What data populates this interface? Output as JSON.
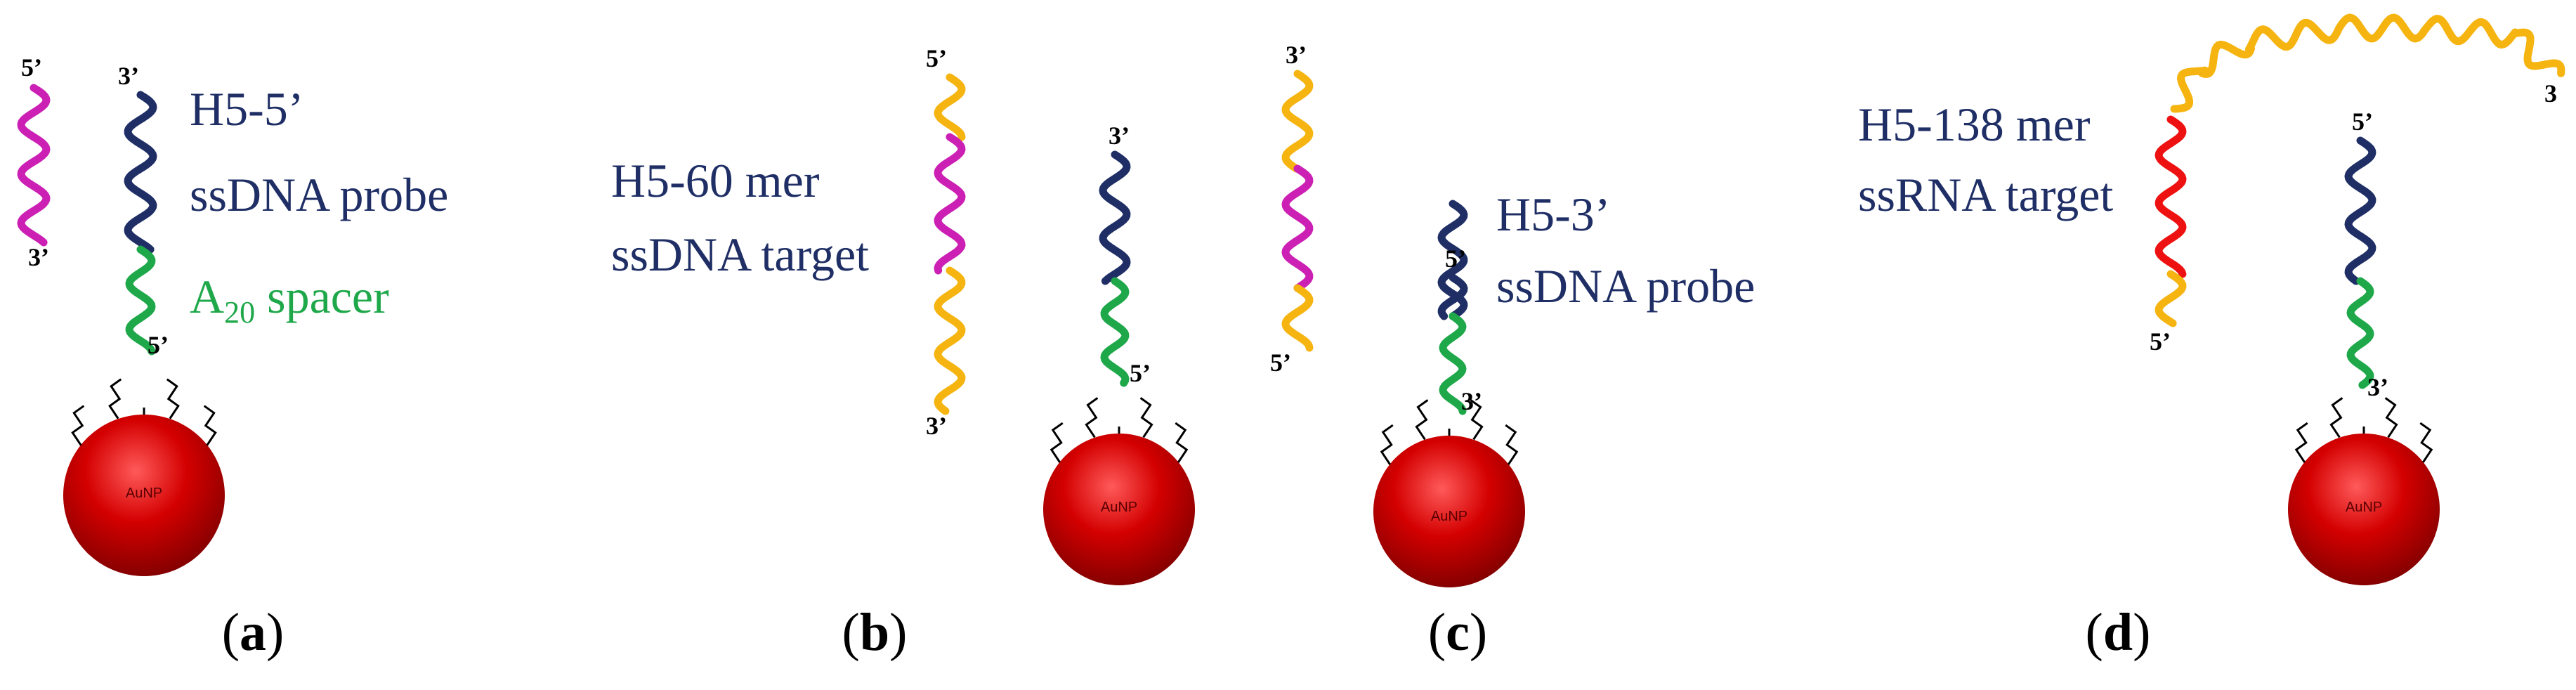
{
  "colors": {
    "probe": "#1f2f66",
    "spacer": "#1ea84a",
    "magenta": "#cc1fb4",
    "orange": "#f5b40f",
    "red": "#ee1111",
    "label_blue": "#1f2f66",
    "label_green": "#1ea84a",
    "auNP": "#c00000"
  },
  "panels": {
    "a": {
      "caption_open": "(",
      "caption_letter": "a",
      "caption_close": ")",
      "probe_line1": "H5-5’",
      "probe_line2": "ssDNA probe",
      "spacer_main": "A",
      "spacer_sub": "20",
      "spacer_rest": " spacer",
      "target_top_end": "5’",
      "target_bottom_end": "3’",
      "probe_top_end": "3’",
      "probe_bottom_end": "5’",
      "auNP_label": "AuNP"
    },
    "b": {
      "caption_open": "(",
      "caption_letter": "b",
      "caption_close": ")",
      "target_line1": "H5-60 mer",
      "target_line2": "ssDNA target",
      "target_top_end": "5’",
      "target_bottom_end": "3’",
      "probe_top_end": "3’",
      "probe_bottom_end": "5’",
      "auNP_label": "AuNP"
    },
    "c": {
      "caption_open": "(",
      "caption_letter": "c",
      "caption_close": ")",
      "probe_line1": "H5-3’",
      "probe_line2": "ssDNA probe",
      "target_top_end": "3’",
      "target_bottom_end": "5’",
      "probe_top_end": "5’",
      "probe_bottom_end": "3’",
      "auNP_label": "AuNP"
    },
    "d": {
      "caption_open": "(",
      "caption_letter": "d",
      "caption_close": ")",
      "target_line1": "H5-138 mer",
      "target_line2": "ssRNA target",
      "target_right_end": "3",
      "target_bottom_end": "5’",
      "probe_top_end": "5’",
      "probe_bottom_end": "3’",
      "auNP_label": "AuNP"
    }
  }
}
